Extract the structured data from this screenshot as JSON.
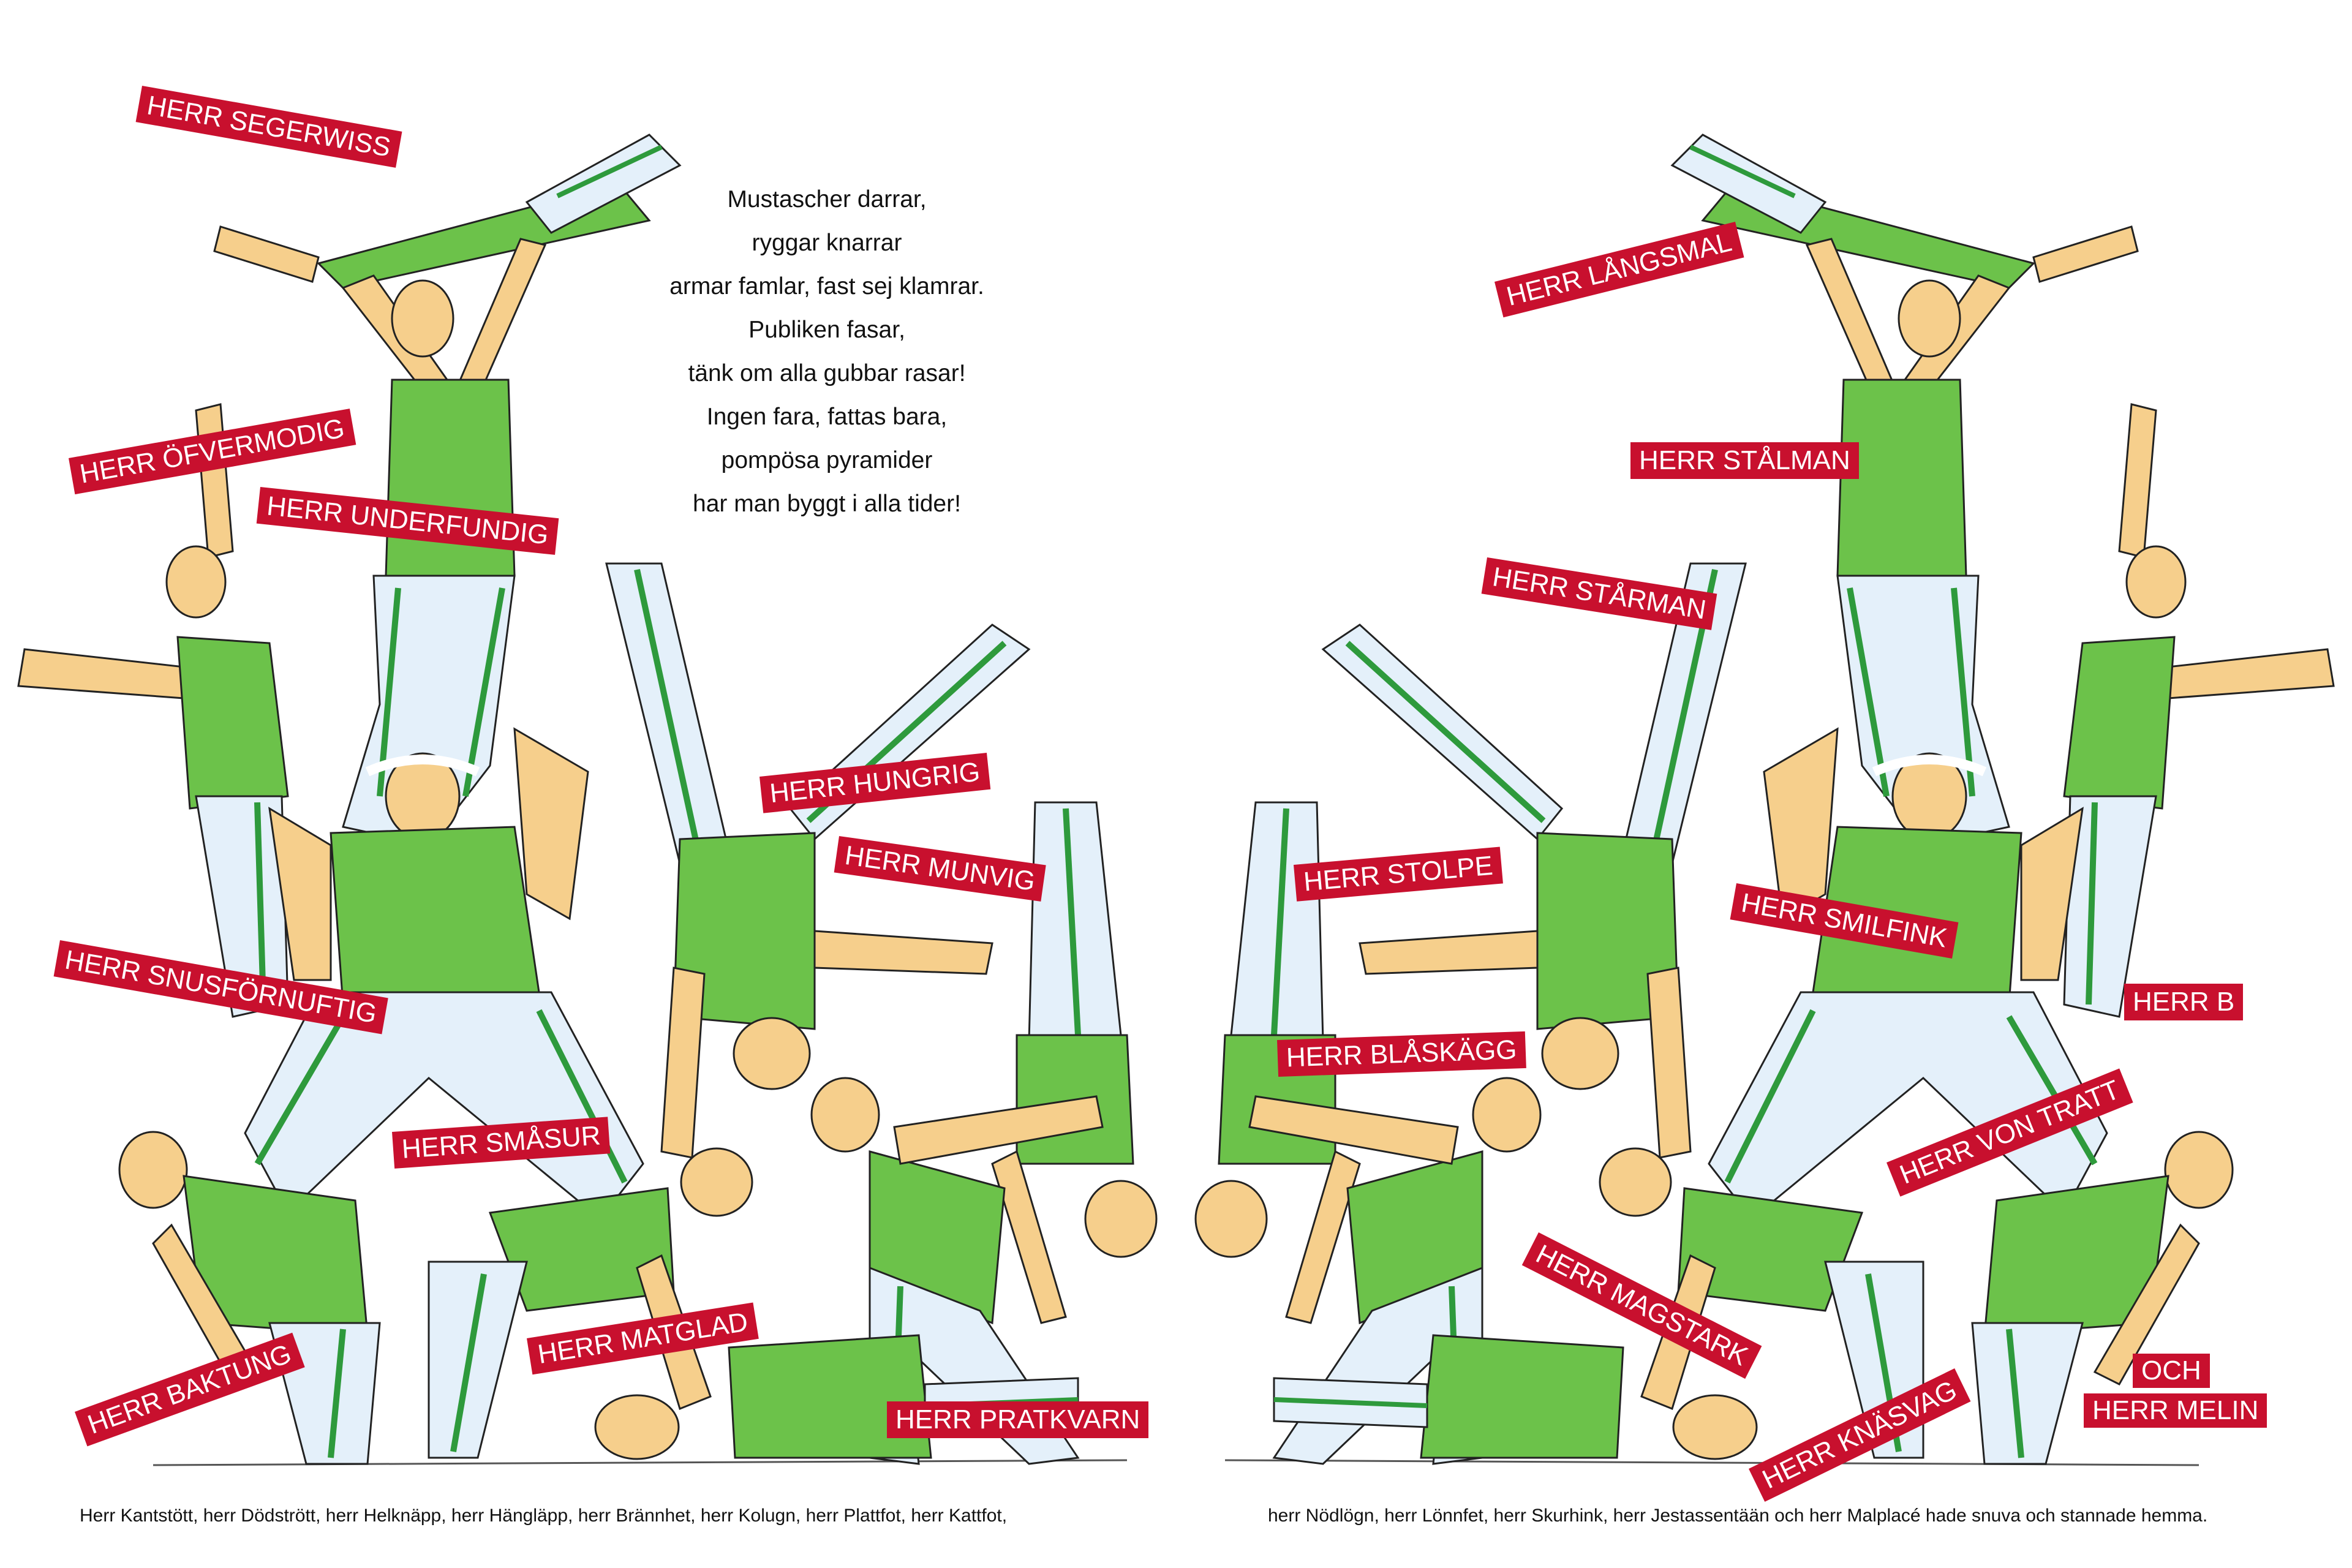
{
  "poem": {
    "lines": [
      "Mustascher darrar,",
      "ryggar knarrar",
      "armar famlar, fast sej klamrar.",
      "Publiken fasar,",
      "tänk om alla gubbar rasar!",
      "Ingen fara, fattas bara,",
      "pompösa pyramider",
      "har man byggt i alla tider!"
    ]
  },
  "labels": {
    "segerwiss": "HERR SEGERWISS",
    "ofvermodig": "HERR ÖFVERMODIG",
    "underfundig": "HERR UNDERFUNDIG",
    "snusfornuftig": "HERR SNUSFÖRNUFTIG",
    "smasur": "HERR SMÅSUR",
    "baktung": "HERR BAKTUNG",
    "matglad": "HERR MATGLAD",
    "hungrig": "HERR HUNGRIG",
    "munvig": "HERR MUNVIG",
    "pratkvarn": "HERR PRATKVARN",
    "langsmal": "HERR LÅNGSMAL",
    "stalman": "HERR STÅLMAN",
    "starman": "HERR STÅRMAN",
    "stolpe": "HERR STOLPE",
    "smilfink": "HERR SMILFINK",
    "b": "HERR B",
    "blaskagg": "HERR BLÅSKÄGG",
    "von_tratt": "HERR VON TRATT",
    "magstark": "HERR MAGSTARK",
    "knasvag": "HERR KNÄSVAG",
    "och": "OCH",
    "melin": "HERR MELIN"
  },
  "captions": {
    "left": "Herr Kantstött, herr Dödstrött, herr Helknäpp, herr Hängläpp, herr Brännhet, herr Kolugn, herr Plattfot, herr Kattfot,",
    "right": "herr Nödlögn, herr Lönnfet, herr Skurhink, herr Jestassentään och herr Malplacé hade snuva och stannade hemma."
  },
  "colors": {
    "label_bg": "#c8102e",
    "label_text": "#ffffff",
    "shirt_green": "#6cc24a",
    "trouser_white": "#e4f0fa",
    "stripe_green": "#2e9a3c",
    "skin": "#f6cf8c"
  }
}
